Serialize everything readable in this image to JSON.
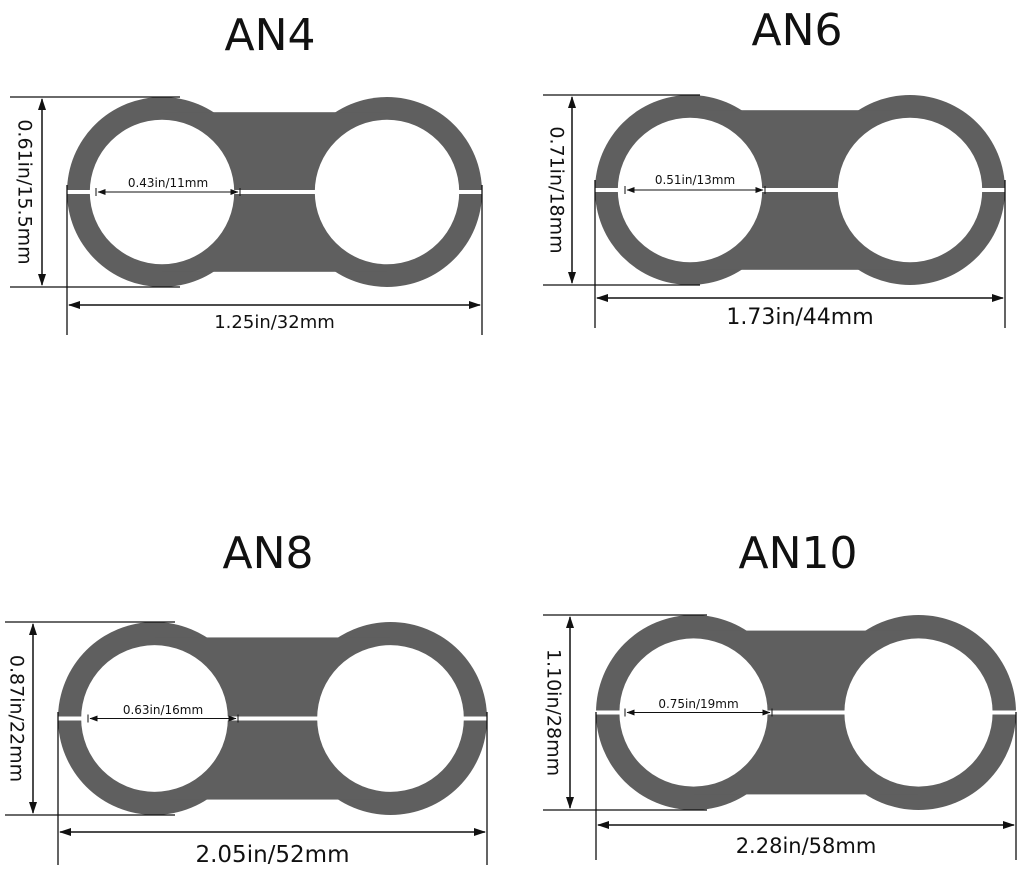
{
  "colors": {
    "part": "#5f5f5f",
    "line": "#111111",
    "background": "#ffffff"
  },
  "panels": [
    {
      "title": "AN4",
      "height_label": "0.61in/15.5mm",
      "width_label": "1.25in/32mm",
      "hole_label": "0.43in/11mm"
    },
    {
      "title": "AN6",
      "height_label": "0.71in/18mm",
      "width_label": "1.73in/44mm",
      "hole_label": "0.51in/13mm"
    },
    {
      "title": "AN8",
      "height_label": "0.87in/22mm",
      "width_label": "2.05in/52mm",
      "hole_label": "0.63in/16mm"
    },
    {
      "title": "AN10",
      "height_label": "1.10in/28mm",
      "width_label": "2.28in/58mm",
      "hole_label": "0.75in/19mm"
    }
  ]
}
